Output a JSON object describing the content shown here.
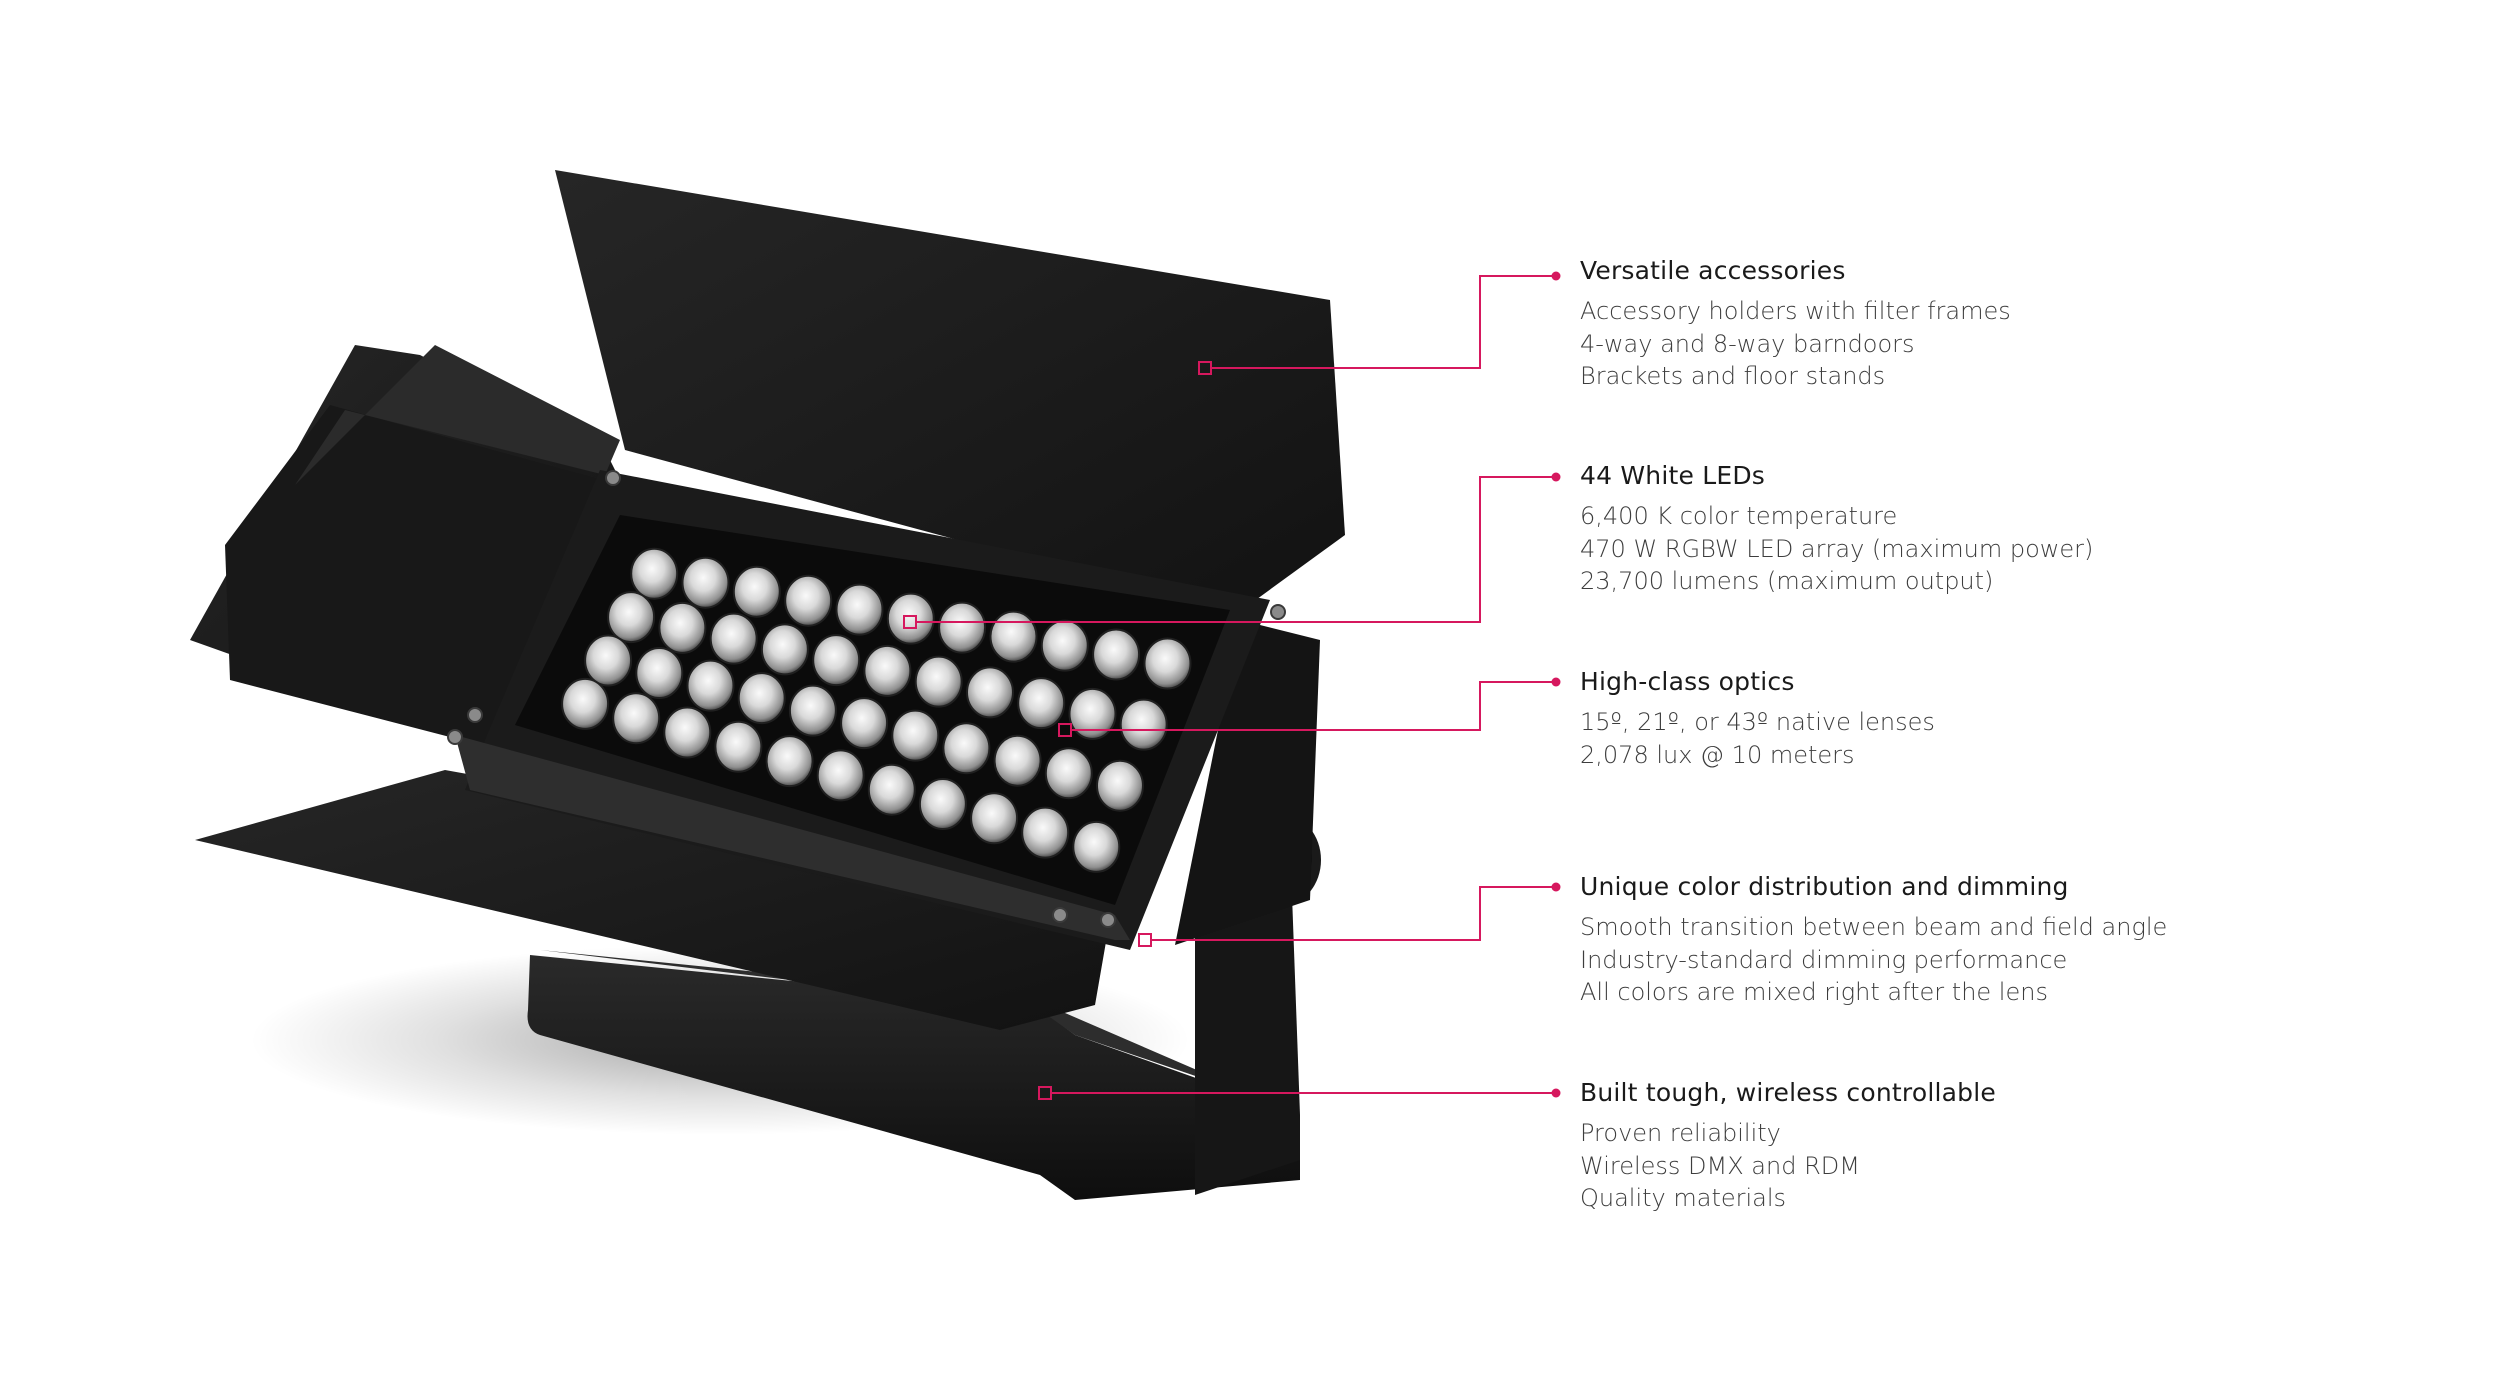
{
  "colors": {
    "accent": "#d6185e",
    "background": "#ffffff",
    "fixture_body": "#161616",
    "title_text": "#1a1a1a",
    "body_text": "#3d3d3d"
  },
  "product": {
    "led_rows": 4,
    "led_columns": 11,
    "led_count": 44
  },
  "features": [
    {
      "title": "Versatile accessories",
      "items": [
        "Accessory holders with filter frames",
        "4-way and 8-way barndoors",
        "Brackets and floor stands"
      ]
    },
    {
      "title": "44 White LEDs",
      "items": [
        "6,400 K color temperature",
        "470 W RGBW LED array (maximum power)",
        "23,700 lumens (maximum output)"
      ]
    },
    {
      "title": "High-class optics",
      "items": [
        "15º, 21º, or 43º native lenses",
        "2,078 lux @ 10 meters"
      ]
    },
    {
      "title": "Unique color distribution and dimming",
      "items": [
        "Smooth transition between beam and field angle",
        "Industry-standard dimming performance",
        "All colors are mixed right after the lens"
      ]
    },
    {
      "title": "Built tough, wireless controllable",
      "items": [
        "Proven reliability",
        "Wireless DMX and RDM",
        "Quality materials"
      ]
    }
  ]
}
